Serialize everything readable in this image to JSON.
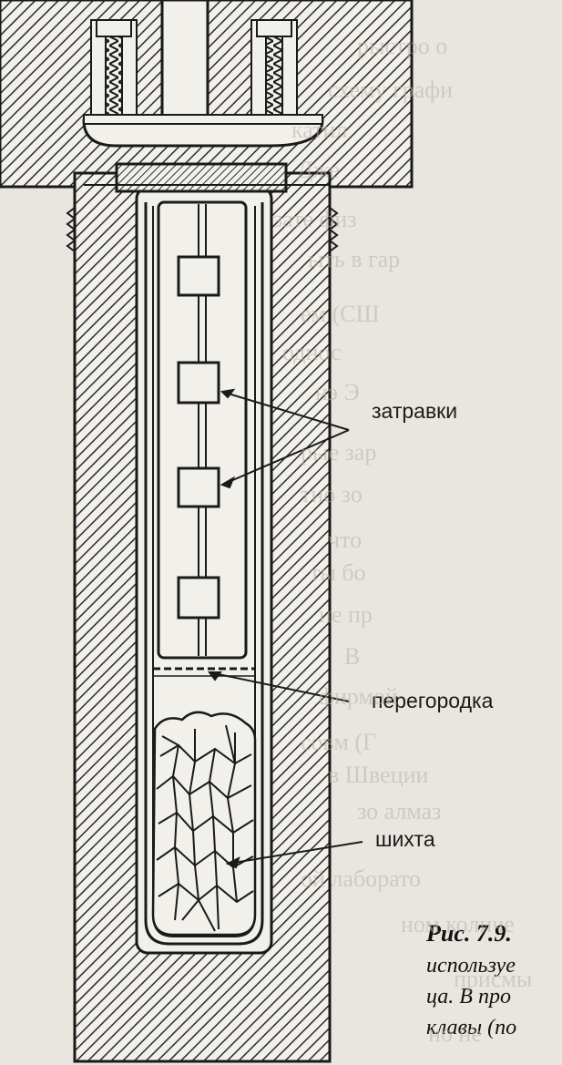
{
  "labels": {
    "seeds": "затравки",
    "baffle": "перегородка",
    "charge": "шихта"
  },
  "caption": {
    "figure": "Рис. 7.9.",
    "line1": "используе",
    "line2": "ца. В про",
    "line3": "клавы (по"
  },
  "bleed_through": [
    "рыстро о",
    "схему графи",
    "катил",
    "Дже",
    "зате физ",
    "ыть в гар",
    "ем (СШ",
    "однос",
    "нэ Э",
    "рые зар",
    "тно зо",
    "что",
    "ты бо",
    "ие пр",
    "В",
    "фирмой",
    "совм (Г",
    "в Швеции",
    "зо алмаз",
    "ой лаборато",
    "ном количе",
    "присмы",
    "но не"
  ],
  "colors": {
    "paper": "#e9e6e0",
    "ink": "#1a1a1a",
    "hatch": "#2a2a2a"
  }
}
